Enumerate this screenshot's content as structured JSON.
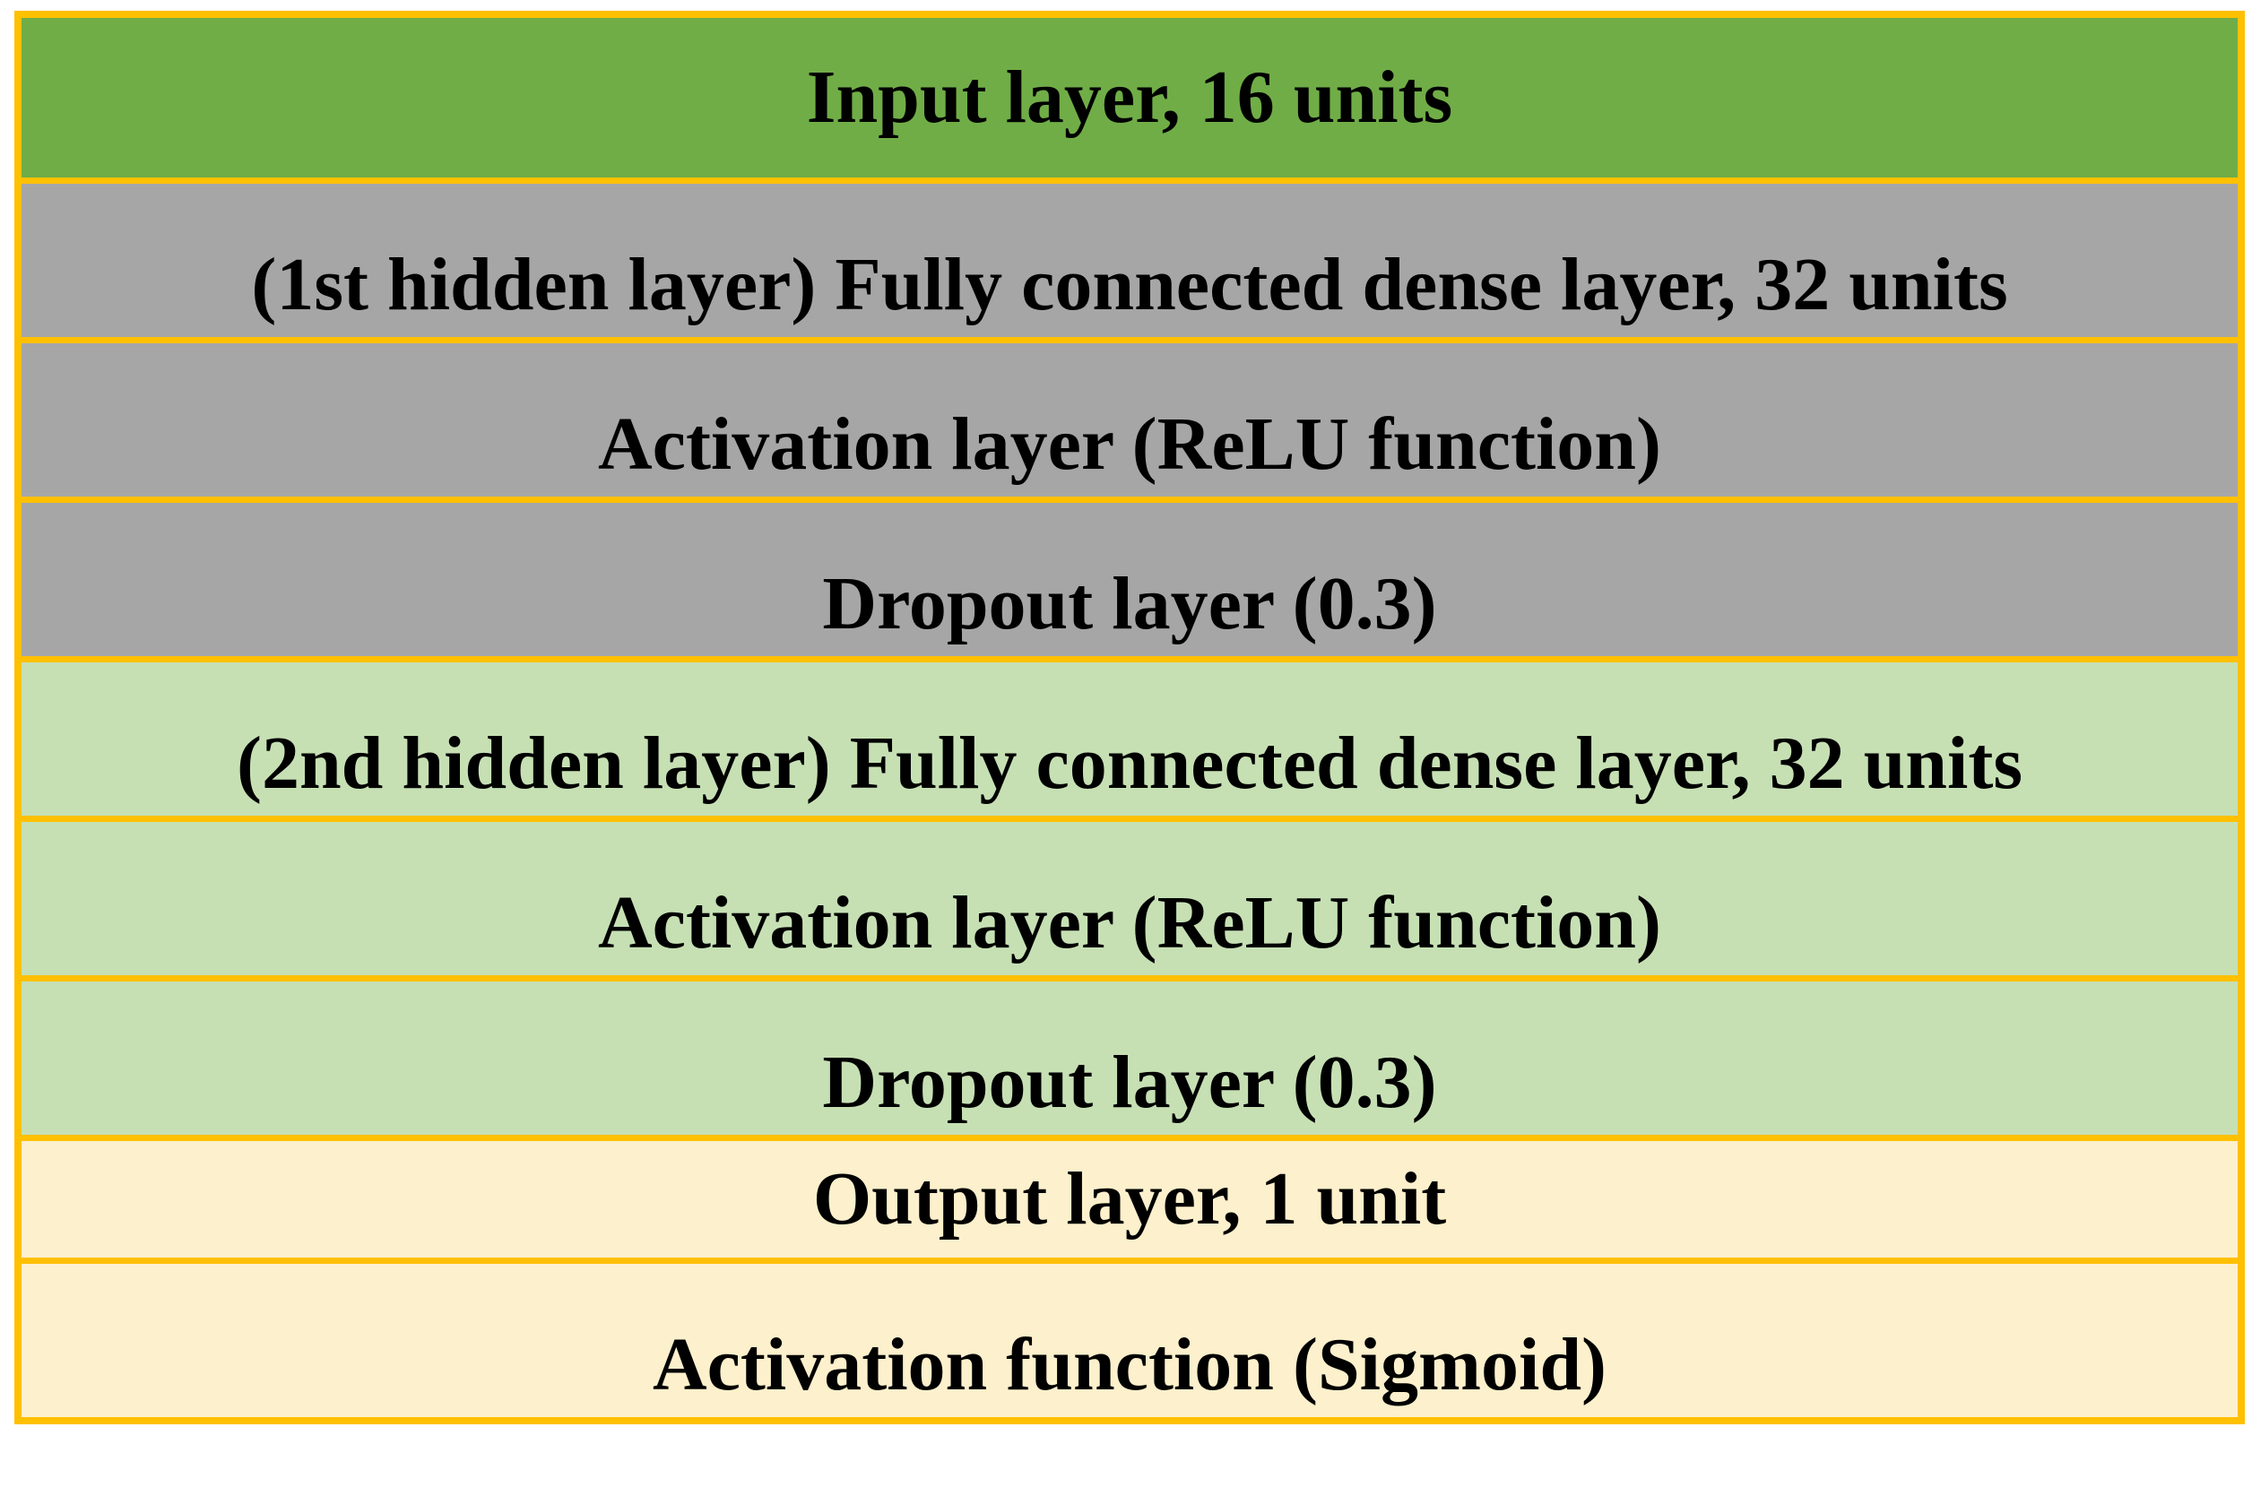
{
  "figure": {
    "type": "table-diagram",
    "description": "Neural network architecture shown as a stack of colored layer rows",
    "colors": {
      "border": "#FFC000",
      "input_fill": "#70AD47",
      "hidden1_fill": "#A6A6A6",
      "hidden2_fill": "#C6E0B4",
      "output_fill": "#FDF0CC",
      "text": "#000000"
    },
    "rows": [
      {
        "label": "Input layer, 16 units",
        "section": "input"
      },
      {
        "label": "(1st hidden layer) Fully connected dense layer, 32 units",
        "section": "hidden1"
      },
      {
        "label": "Activation layer (ReLU function)",
        "section": "hidden1"
      },
      {
        "label": "Dropout layer (0.3)",
        "section": "hidden1"
      },
      {
        "label": "(2nd hidden layer) Fully connected dense layer, 32 units",
        "section": "hidden2"
      },
      {
        "label": "Activation layer (ReLU function)",
        "section": "hidden2"
      },
      {
        "label": "Dropout layer (0.3)",
        "section": "hidden2"
      },
      {
        "label": "Output layer, 1 unit",
        "section": "output"
      },
      {
        "label": "Activation function (Sigmoid)",
        "section": "output"
      }
    ]
  }
}
